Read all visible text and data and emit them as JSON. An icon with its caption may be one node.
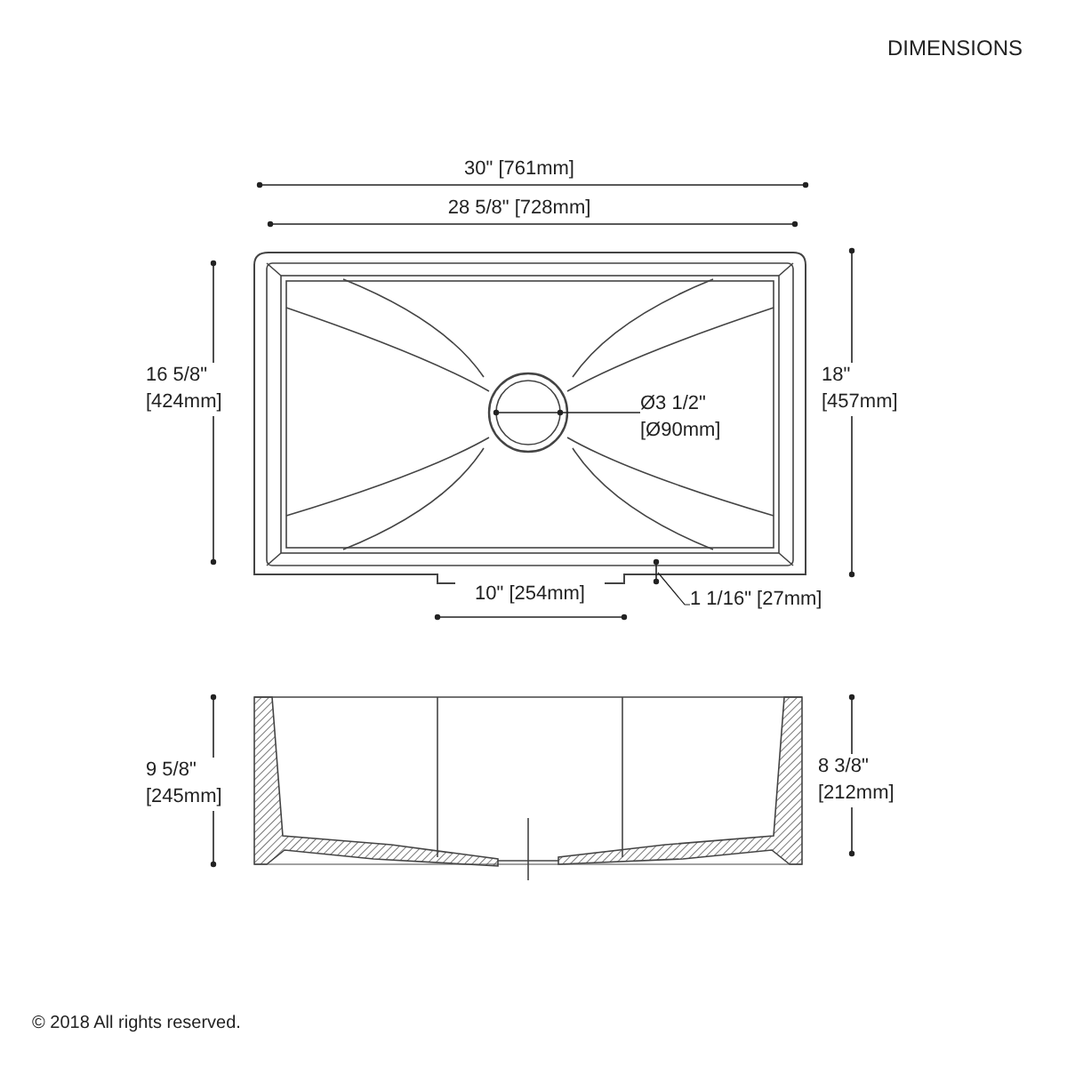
{
  "diagram": {
    "title": "DIMENSIONS",
    "labels": [
      "30\" [761mm]",
      "28 5/8\" [728mm]",
      "16 5/8\" [424mm]",
      "18\" [457mm]",
      "Ø3 1/2\" [Ø90mm]",
      "10\" [254mm]",
      "1 1/16\" [27mm]",
      "9 5/8\" [245mm]",
      "8 3/8\" [212mm]"
    ],
    "caption": "© 2018 All rights reserved."
  }
}
